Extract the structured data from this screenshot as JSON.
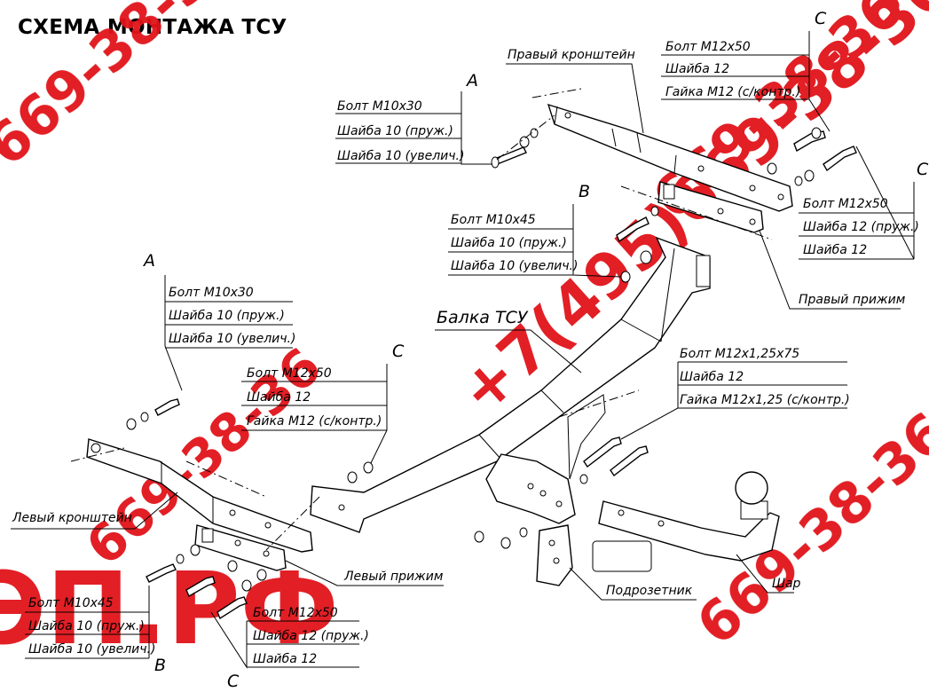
{
  "title": "СХЕМА МОНТАЖА ТСУ",
  "watermark": {
    "phone_fragments": [
      "669-38-36",
      "+7(495)669-38-36",
      "669-38-36",
      "669-38-36",
      "669-38-36"
    ],
    "site_fragment": "ЭП.РФ",
    "color": "#e1141a"
  },
  "groups": {
    "a_top": {
      "letter": "A",
      "lines": [
        "Болт М10х30",
        "Шайба 10 (пруж.)",
        "Шайба 10 (увелич.)"
      ]
    },
    "c_top_right": {
      "letter": "C",
      "lines": [
        "Болт М12х50",
        "Шайба 12",
        "Гайка М12 (с/контр.)"
      ]
    },
    "c_right": {
      "letter": "C",
      "lines": [
        "Болт М12х50",
        "Шайба 12 (пруж.)",
        "Шайба 12"
      ]
    },
    "b_top": {
      "letter": "B",
      "lines": [
        "Болт М10х45",
        "Шайба 10 (пруж.)",
        "Шайба 10 (увелич.)"
      ]
    },
    "a_left": {
      "letter": "A",
      "lines": [
        "Болт М10х30",
        "Шайба 10 (пруж.)",
        "Шайба 10 (увелич.)"
      ]
    },
    "c_mid": {
      "letter": "C",
      "lines": [
        "Болт М12х50",
        "Шайба 12",
        "Гайка М12 (с/контр.)"
      ]
    },
    "m12x125": {
      "lines": [
        "Болт М12х1,25х75",
        "Шайба 12",
        "Гайка М12х1,25 (с/контр.)"
      ]
    },
    "b_bottom": {
      "letter": "B",
      "lines": [
        "Болт М10х45",
        "Шайба 10 (пруж.)",
        "Шайба 10 (увелич.)"
      ]
    },
    "c_bottom": {
      "letter": "C",
      "lines": [
        "Болт М12х50",
        "Шайба 12 (пруж.)",
        "Шайба 12"
      ]
    }
  },
  "parts": {
    "right_bracket": "Правый кронштейн",
    "right_clamp": "Правый прижим",
    "beam": "Балка ТСУ",
    "left_bracket": "Левый кронштейн",
    "left_clamp": "Левый прижим",
    "socket_holder": "Подрозетник",
    "ball": "Шар"
  }
}
